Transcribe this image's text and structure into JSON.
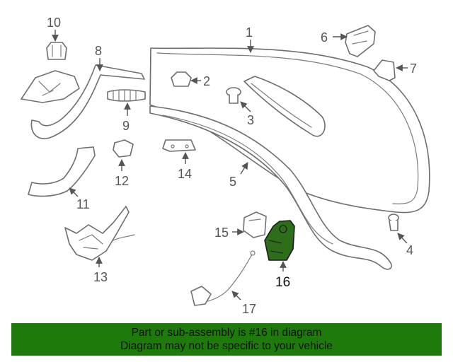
{
  "callouts": {
    "c1": "1",
    "c2": "2",
    "c3": "3",
    "c4": "4",
    "c5": "5",
    "c6": "6",
    "c7": "7",
    "c8": "8",
    "c9": "9",
    "c10": "10",
    "c11": "11",
    "c12": "12",
    "c13": "13",
    "c14": "14",
    "c15": "15",
    "c16": "16",
    "c17": "17"
  },
  "highlight_color": "#2e6e1a",
  "banner": {
    "background": "#1f7a0c",
    "line1": "Part or sub-assembly is #16 in diagram",
    "line2": "Diagram may not be specific to your vehicle"
  }
}
